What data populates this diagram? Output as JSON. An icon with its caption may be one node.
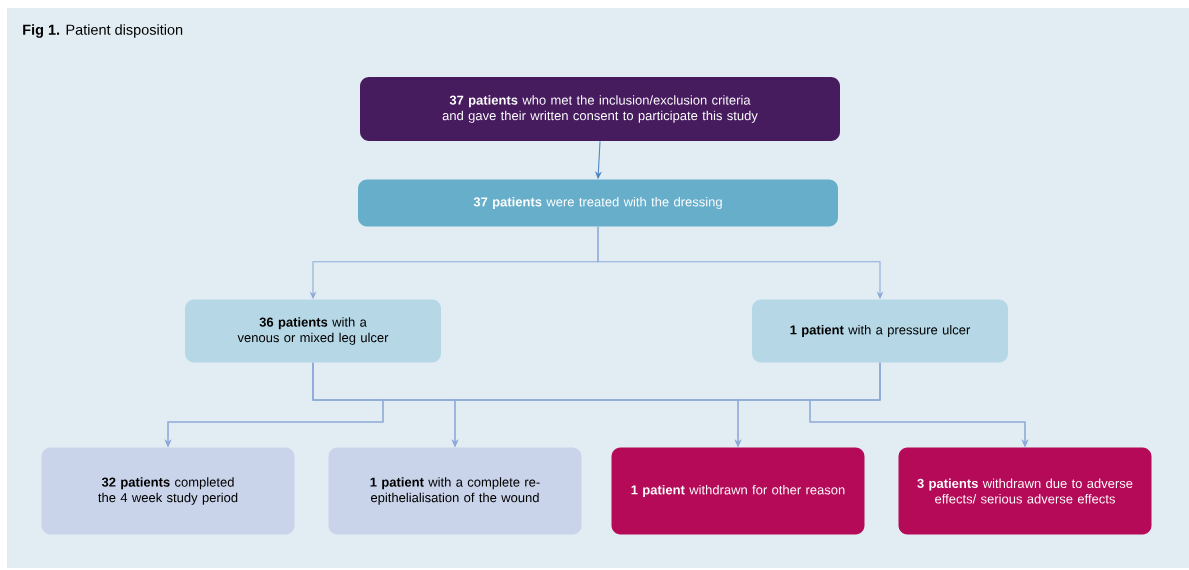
{
  "diagram": {
    "title": "**Fig 1.** Patient disposition",
    "nodes": [
      {
        "text": [
          "**37 patients** who met the inclusion/exclusion criteria and gave their written consent to participate this study"
        ]
      },
      {
        "text": [
          "**37 patients** were treated with the dressing"
        ]
      },
      {
        "text": [
          "**36 patients** with a venous or mixed leg ulcer"
        ]
      },
      {
        "text": [
          "**1 patient** with a pressure ulcer"
        ]
      },
      {
        "text": [
          "**32 patients** completed the 4 week study period"
        ]
      },
      {
        "text": [
          "**1 patient** with a complete re-epithelialisation of the wound"
        ]
      },
      {
        "text": [
          "**1 patient** withdrawn for other reason"
        ]
      },
      {
        "text": [
          "**3 patients** withdrawn due to adverse effects/ serious adverse effects"
        ]
      }
    ],
    "edges": [
      {
        "from": 0,
        "to": 1,
        "arrow": "to",
        "color": "#4f86c6"
      },
      {
        "from": 1,
        "to": 2,
        "arrow": "to"
      },
      {
        "from": 1,
        "to": 3,
        "arrow": "to"
      },
      {
        "from": 2,
        "to": 4,
        "arrow": "to"
      },
      {
        "from": 2,
        "to": 5,
        "arrow": "to"
      },
      {
        "from": 2,
        "to": 6,
        "arrow": "to"
      },
      {
        "from": 2,
        "to": 7,
        "arrow": "to"
      },
      {
        "from": 3,
        "to": 4,
        "arrow": "to"
      },
      {
        "from": 3,
        "to": 5,
        "arrow": "to"
      },
      {
        "from": 3,
        "to": 6,
        "arrow": "to"
      },
      {
        "from": 3,
        "to": 7,
        "arrow": "to"
      }
    ]
  }
}
